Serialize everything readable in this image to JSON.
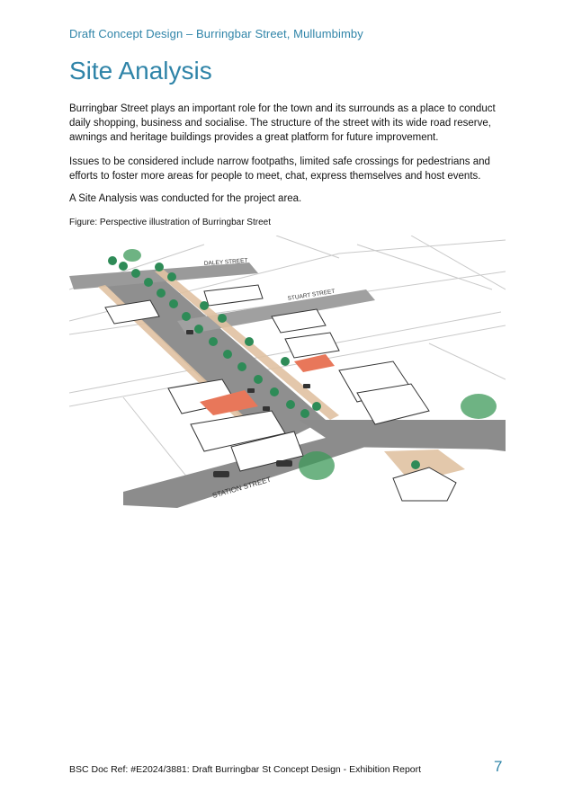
{
  "header": {
    "running_title": "Draft Concept Design – Burringbar Street, Mullumbimby"
  },
  "main": {
    "title": "Site Analysis",
    "paragraphs": [
      "Burringbar Street plays an important role for the town and its surrounds as a place to conduct daily shopping, business and socialise. The structure of the street with its wide road reserve, awnings and heritage buildings provides a great platform for future improvement.",
      "Issues to be considered include narrow footpaths, limited safe crossings for pedestrians and efforts to foster more areas for people to meet, chat, express themselves and host events.",
      "A Site Analysis was conducted for the project area."
    ],
    "figure": {
      "caption": "Figure: Perspective illustration of Burringbar Street",
      "street_labels": {
        "daley": "DALEY STREET",
        "stuart": "STUART STREET",
        "station": "STATION STREET"
      }
    }
  },
  "footer": {
    "doc_ref": "BSC Doc Ref: #E2024/3881: Draft Burringbar St Concept Design - Exhibition Report",
    "page_number": "7"
  },
  "colors": {
    "accent": "#2f84a8",
    "road": "#8a8a8a",
    "tree": "#2e8b57",
    "footpath": "#e0c2a2",
    "roof_highlight": "#e8775a"
  }
}
